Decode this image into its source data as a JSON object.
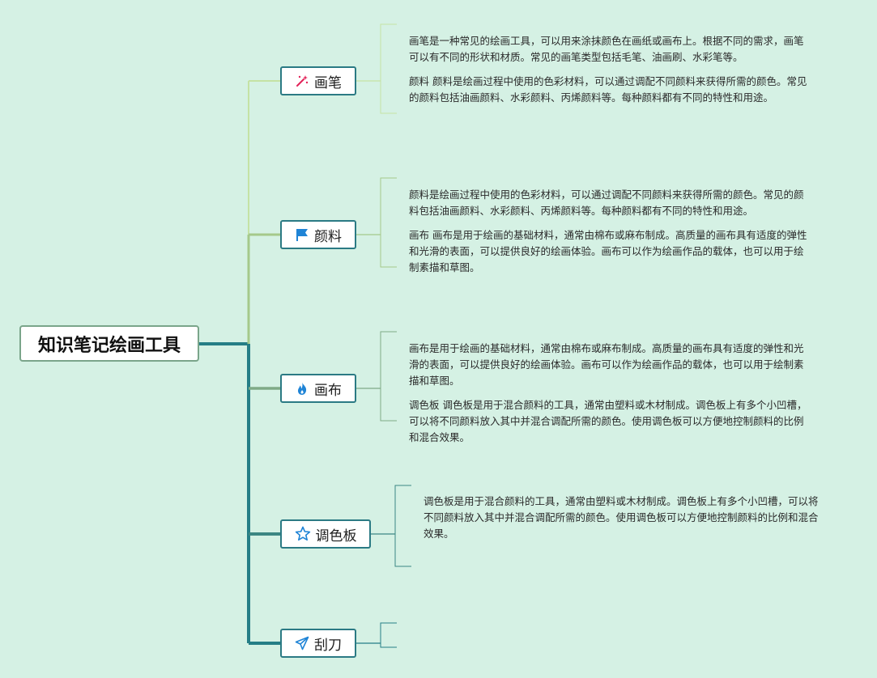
{
  "root": {
    "label": "知识笔记绘画工具"
  },
  "branches": [
    {
      "label": "画笔",
      "icon": "magic-wand-icon",
      "color": "#c5e2a4",
      "notes": [
        "画笔是一种常见的绘画工具，可以用来涂抹颜色在画纸或画布上。根据不同的需求，画笔可以有不同的形状和材质。常见的画笔类型包括毛笔、油画刷、水彩笔等。",
        "颜料 颜料是绘画过程中使用的色彩材料，可以通过调配不同颜料来获得所需的颜色。常见的颜料包括油画颜料、水彩颜料、丙烯颜料等。每种颜料都有不同的特性和用途。"
      ]
    },
    {
      "label": "颜料",
      "icon": "flag-icon",
      "color": "#a5c98a",
      "notes": [
        "颜料是绘画过程中使用的色彩材料，可以通过调配不同颜料来获得所需的颜色。常见的颜料包括油画颜料、水彩颜料、丙烯颜料等。每种颜料都有不同的特性和用途。",
        "画布 画布是用于绘画的基础材料，通常由棉布或麻布制成。高质量的画布具有适度的弹性和光滑的表面，可以提供良好的绘画体验。画布可以作为绘画作品的载体，也可以用于绘制素描和草图。"
      ]
    },
    {
      "label": "画布",
      "icon": "fire-icon",
      "color": "#7faa86",
      "notes": [
        "画布是用于绘画的基础材料，通常由棉布或麻布制成。高质量的画布具有适度的弹性和光滑的表面，可以提供良好的绘画体验。画布可以作为绘画作品的载体，也可以用于绘制素描和草图。",
        "调色板 调色板是用于混合颜料的工具，通常由塑料或木材制成。调色板上有多个小凹槽，可以将不同颜料放入其中并混合调配所需的颜色。使用调色板可以方便地控制颜料的比例和混合效果。"
      ]
    },
    {
      "label": "调色板",
      "icon": "star-icon",
      "color": "#3c8683",
      "notes": [
        "调色板是用于混合颜料的工具，通常由塑料或木材制成。调色板上有多个小凹槽，可以将不同颜料放入其中并混合调配所需的颜色。使用调色板可以方便地控制颜料的比例和混合效果。"
      ]
    },
    {
      "label": "刮刀",
      "icon": "paper-plane-icon",
      "color": "#257e86",
      "notes": []
    }
  ]
}
